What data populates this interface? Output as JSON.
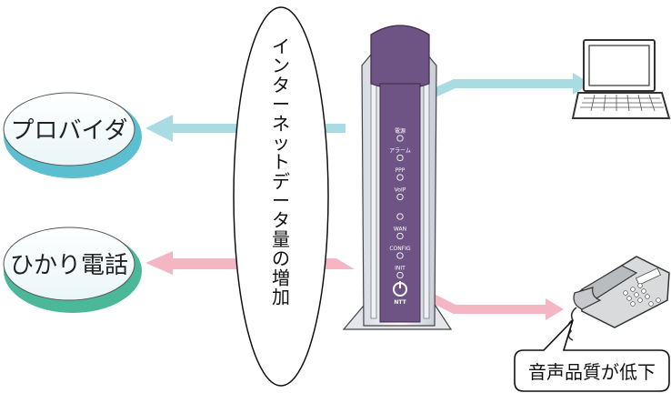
{
  "destinations": {
    "provider": "プロバイダ",
    "hikari_phone": "ひかり電話"
  },
  "center_oval": {
    "chars": [
      "イ",
      "ン",
      "タ",
      "ー",
      "ネ",
      "ッ",
      "ト",
      "デ",
      "ー",
      "タ",
      "量",
      "の",
      "増",
      "加"
    ]
  },
  "router": {
    "indicators": [
      "電源",
      "アラーム",
      "PPP",
      "VoIP",
      "",
      "WAN",
      "CONFIG",
      "INIT"
    ],
    "brand": "NTT"
  },
  "callout": "音声品質が低下",
  "colors": {
    "internet_flow": "#a9dbe2",
    "phone_flow": "#f4b6c2",
    "router_purple": "#6e5484",
    "cloud_edge": "#5bbfd0",
    "cloud_edge_green": "#4cb89a"
  }
}
